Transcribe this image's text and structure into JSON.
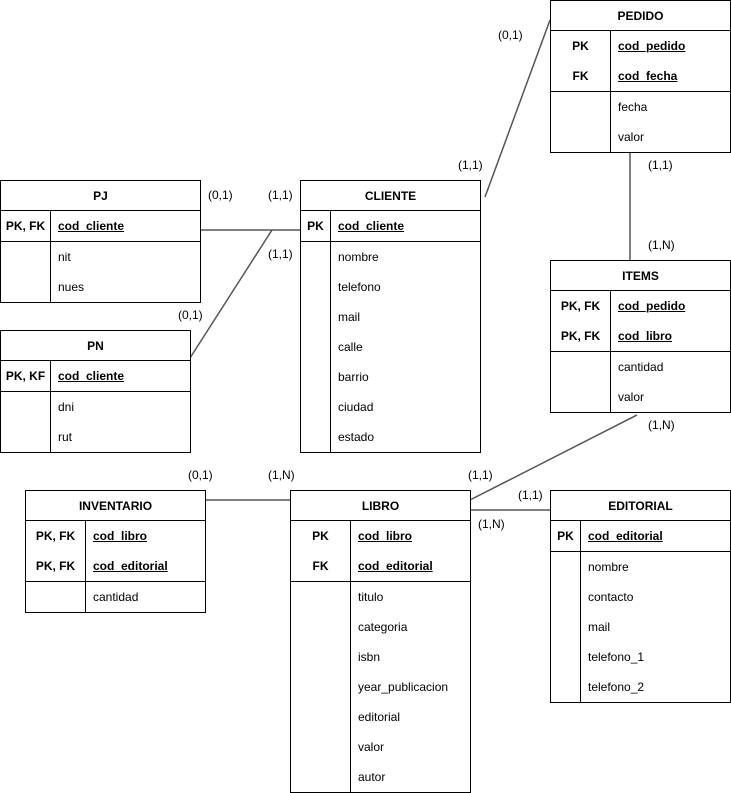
{
  "entities": {
    "pedido": {
      "title": "PEDIDO",
      "keys": [
        {
          "tag": "PK",
          "name": "cod_pedido"
        },
        {
          "tag": "FK",
          "name": "cod_fecha"
        }
      ],
      "attrs": [
        "fecha",
        "valor"
      ]
    },
    "pj": {
      "title": "PJ",
      "keys": [
        {
          "tag": "PK, FK",
          "name": "cod_cliente"
        }
      ],
      "attrs": [
        "nit",
        "nues"
      ]
    },
    "cliente": {
      "title": "CLIENTE",
      "keys": [
        {
          "tag": "PK",
          "name": "cod_cliente"
        }
      ],
      "attrs": [
        "nombre",
        "telefono",
        "mail",
        "calle",
        "barrio",
        "ciudad",
        "estado"
      ]
    },
    "items": {
      "title": "ITEMS",
      "keys": [
        {
          "tag": "PK, FK",
          "name": "cod_pedido"
        },
        {
          "tag": "PK, FK",
          "name": "cod_libro"
        }
      ],
      "attrs": [
        "cantidad",
        "valor"
      ]
    },
    "pn": {
      "title": "PN",
      "keys": [
        {
          "tag": "PK, KF",
          "name": "cod_cliente"
        }
      ],
      "attrs": [
        "dni",
        "rut"
      ]
    },
    "inventario": {
      "title": "INVENTARIO",
      "keys": [
        {
          "tag": "PK, FK",
          "name": "cod_libro"
        },
        {
          "tag": "PK, FK",
          "name": "cod_editorial"
        }
      ],
      "attrs": [
        "cantidad"
      ]
    },
    "libro": {
      "title": "LIBRO",
      "keys": [
        {
          "tag": "PK",
          "name": "cod_libro"
        },
        {
          "tag": "FK",
          "name": "cod_editorial"
        }
      ],
      "attrs": [
        "titulo",
        "categoria",
        "isbn",
        "year_publicacion",
        "editorial",
        "valor",
        "autor"
      ]
    },
    "editorial": {
      "title": "EDITORIAL",
      "keys": [
        {
          "tag": "PK",
          "name": "cod_editorial"
        }
      ],
      "attrs": [
        "nombre",
        "contacto",
        "mail",
        "telefono_1",
        "telefono_2"
      ]
    }
  },
  "cardinalities": {
    "pedido_cliente_top": "(0,1)",
    "cliente_pedido": "(1,1)",
    "pedido_items_a": "(1,1)",
    "pedido_items_b": "(1,N)",
    "pj_side": "(0,1)",
    "cliente_pj": "(1,1)",
    "cliente_pn": "(1,1)",
    "pn_side": "(0,1)",
    "items_libro": "(1,N)",
    "inventario_side": "(0,1)",
    "libro_inventario": "(1,N)",
    "libro_items": "(1,1)",
    "editorial_side": "(1,1)",
    "libro_editorial": "(1,N)"
  }
}
